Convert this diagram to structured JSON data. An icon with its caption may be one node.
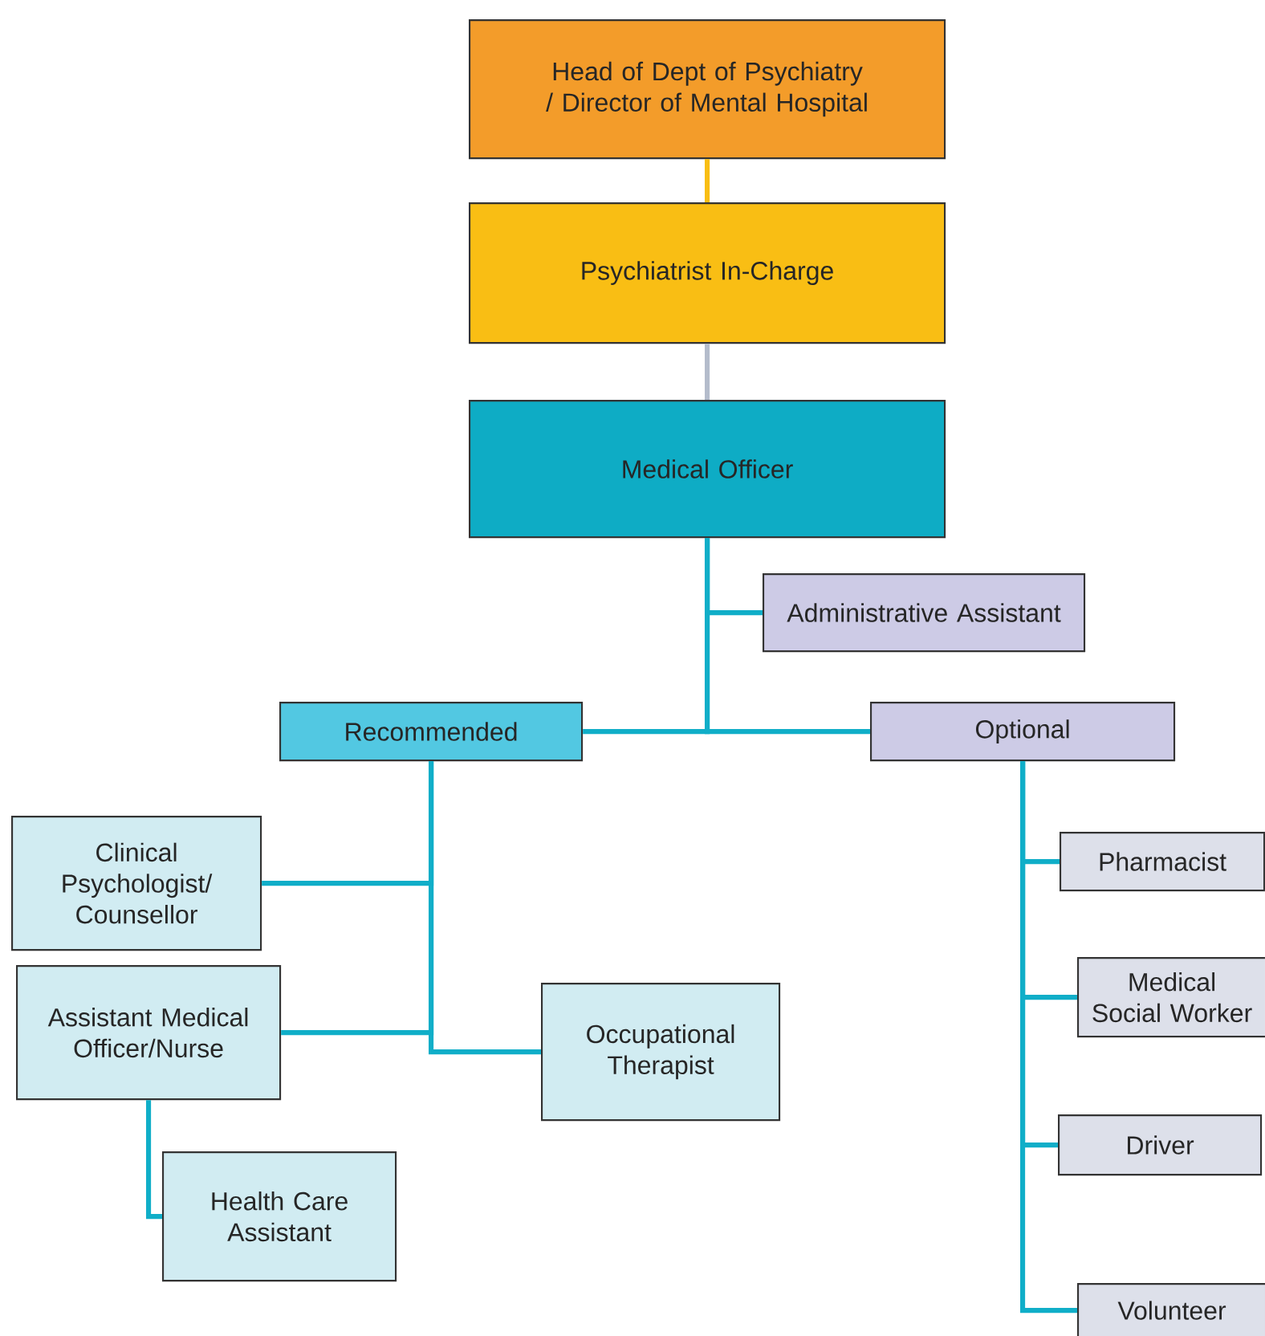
{
  "diagram": {
    "nodes": [
      {
        "text": [
          "Head of Dept of Psychiatry / Director of Mental Hospital"
        ]
      },
      {
        "text": [
          "Psychiatrist In-Charge"
        ]
      },
      {
        "text": [
          "Medical Officer"
        ]
      },
      {
        "text": [
          "Administrative Assistant"
        ]
      },
      {
        "text": [
          "Recommended"
        ]
      },
      {
        "text": [
          "Optional"
        ]
      },
      {
        "text": [
          "Clinical Psychologist/ Counsellor"
        ]
      },
      {
        "text": [
          "Assistant Medical Officer/Nurse"
        ]
      },
      {
        "text": [
          "Occupational Therapist"
        ]
      },
      {
        "text": [
          "Health Care Assistant"
        ]
      },
      {
        "text": [
          "Pharmacist"
        ]
      },
      {
        "text": [
          "Medical Social Worker"
        ]
      },
      {
        "text": [
          "Driver"
        ]
      },
      {
        "text": [
          "Volunteer"
        ]
      }
    ],
    "edges": [
      {
        "from": 0,
        "to": 1,
        "arrow": "none",
        "color": "#f9be14"
      },
      {
        "from": 1,
        "to": 2,
        "arrow": "none",
        "color": "#b4bccb"
      },
      {
        "from": 2,
        "to": 3,
        "arrow": "none"
      },
      {
        "from": 2,
        "to": 4,
        "arrow": "none"
      },
      {
        "from": 2,
        "to": 5,
        "arrow": "none"
      },
      {
        "from": 4,
        "to": 6,
        "arrow": "none"
      },
      {
        "from": 4,
        "to": 7,
        "arrow": "none"
      },
      {
        "from": 4,
        "to": 8,
        "arrow": "none"
      },
      {
        "from": 7,
        "to": 9,
        "arrow": "none"
      },
      {
        "from": 5,
        "to": 10,
        "arrow": "none"
      },
      {
        "from": 5,
        "to": 11,
        "arrow": "none"
      },
      {
        "from": 5,
        "to": 12,
        "arrow": "none"
      },
      {
        "from": 5,
        "to": 13,
        "arrow": "none"
      }
    ]
  }
}
